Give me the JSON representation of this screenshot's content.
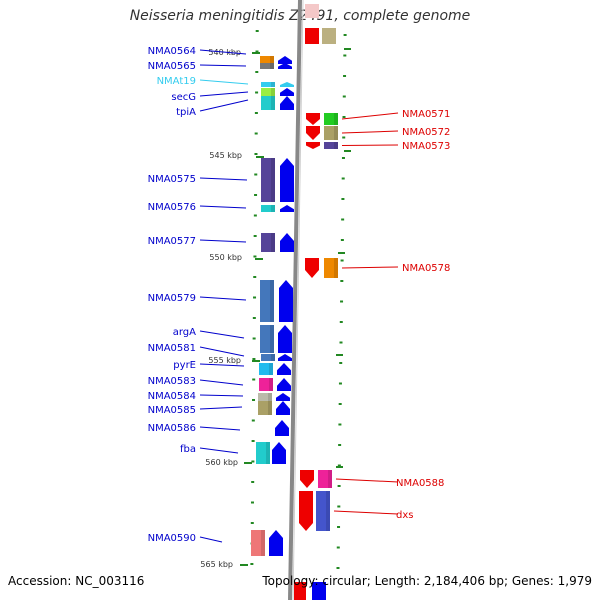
{
  "title": "Neisseria meningitidis Z2491, complete genome",
  "accession": "Accession: NC_003116",
  "topology": "Topology: circular; Length: 2,184,406 bp; Genes: 1,979",
  "colors": {
    "left_label": "#0000cc",
    "right_label": "#dd0000",
    "trna_label": "#33ccee",
    "backbone": "#888888",
    "tick": "#228822"
  },
  "kbp_ticks": [
    {
      "kbp": 540,
      "label": "540 kbp"
    },
    {
      "kbp": 545,
      "label": "545 kbp"
    },
    {
      "kbp": 550,
      "label": "550 kbp"
    },
    {
      "kbp": 555,
      "label": "555 kbp"
    },
    {
      "kbp": 560,
      "label": "560 kbp"
    },
    {
      "kbp": 565,
      "label": "565 kbp"
    }
  ],
  "left_genes": [
    {
      "name": "NMA0564",
      "cog": "#ee8800",
      "type": "cds"
    },
    {
      "name": "NMA0565",
      "cog": "#777777",
      "type": "cds"
    },
    {
      "name": "NMAt19",
      "cog": "#33ccee",
      "type": "trna"
    },
    {
      "name": "secG",
      "cog": "#99ee44",
      "type": "cds"
    },
    {
      "name": "tpiA",
      "cog": "#22cccc",
      "type": "cds"
    },
    {
      "name": "NMA0575",
      "cog": "#554499",
      "type": "cds"
    },
    {
      "name": "NMA0576",
      "cog": "#22cccc",
      "type": "cds"
    },
    {
      "name": "NMA0577",
      "cog": "#554499",
      "type": "cds"
    },
    {
      "name": "NMA0579",
      "cog": "#4477bb",
      "type": "cds"
    },
    {
      "name": "argA",
      "cog": "#4477bb",
      "type": "cds"
    },
    {
      "name": "NMA0581",
      "cog": "#4477bb",
      "type": "cds"
    },
    {
      "name": "pyrE",
      "cog": "#22bbee",
      "type": "cds"
    },
    {
      "name": "NMA0583",
      "cog": "#ee2299",
      "type": "cds"
    },
    {
      "name": "NMA0584",
      "cog": "#bbbbaa",
      "type": "cds"
    },
    {
      "name": "NMA0585",
      "cog": "#aaa066",
      "type": "cds"
    },
    {
      "name": "NMA0586",
      "cog": "#ffffff",
      "type": "cds"
    },
    {
      "name": "fba",
      "cog": "#22cccc",
      "type": "cds"
    },
    {
      "name": "NMA0590",
      "cog": "#ee7777",
      "type": "cds"
    }
  ],
  "right_genes": [
    {
      "name": "NMA0571",
      "cog": "#22cc22"
    },
    {
      "name": "NMA0572",
      "cog": "#aaa066"
    },
    {
      "name": "NMA0573",
      "cog": "#554499"
    },
    {
      "name": "NMA0578",
      "cog": "#ee8800"
    },
    {
      "name": "NMA0588",
      "cog": "#ee2299"
    },
    {
      "name": "dxs",
      "cog": "#4455cc"
    }
  ]
}
